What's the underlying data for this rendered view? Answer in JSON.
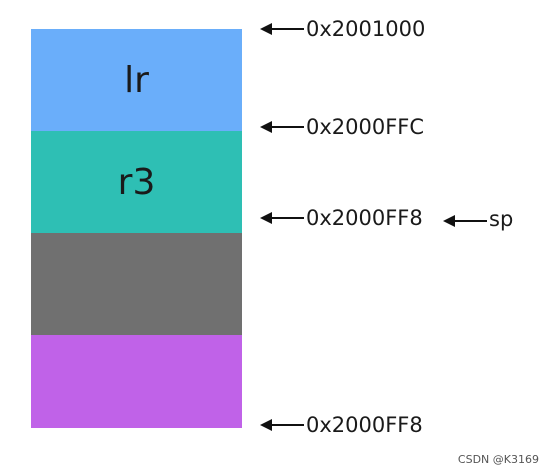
{
  "blocks": [
    {
      "label": "lr",
      "color": "#6aaefa"
    },
    {
      "label": "r3",
      "color": "#2ebfb4"
    },
    {
      "label": "",
      "color": "#707070"
    },
    {
      "label": "",
      "color": "#c062e8"
    }
  ],
  "addresses": [
    {
      "text": "0x2001000"
    },
    {
      "text": "0x2000FFC"
    },
    {
      "text": "0x2000FF8"
    },
    {
      "text": "0x2000FF8"
    }
  ],
  "pointer": {
    "label": "sp"
  },
  "watermark": "CSDN @K3169"
}
